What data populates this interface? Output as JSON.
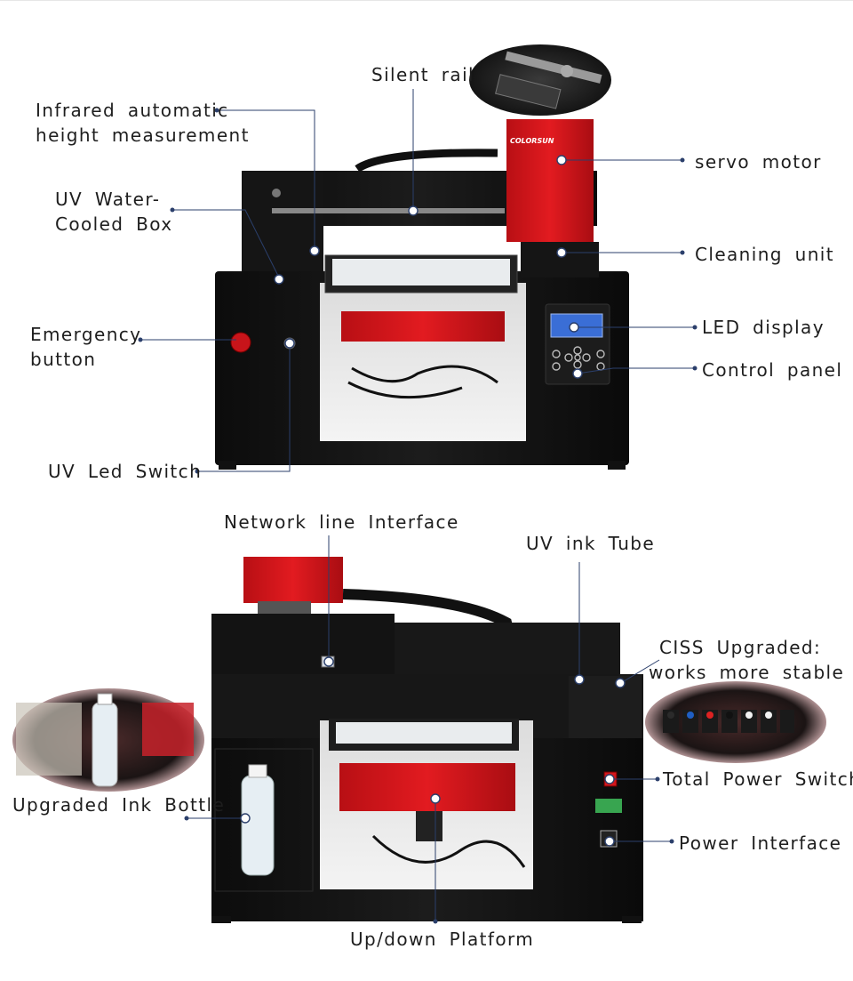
{
  "top_section": {
    "brand": "COLORSUN",
    "labels": {
      "silent_rail": "Silent rail",
      "infrared_line1": "Infrared automatic",
      "infrared_line2": "height measurement",
      "water_cooled_line1": "UV Water-",
      "water_cooled_line2": "Cooled Box",
      "servo_motor": "servo motor",
      "cleaning_unit": "Cleaning unit",
      "emergency_line1": "Emergency",
      "emergency_line2": "button",
      "led_display": "LED display",
      "control_panel": "Control panel",
      "uv_led_switch": "UV Led Switch"
    }
  },
  "bottom_section": {
    "labels": {
      "network_line": "Network line Interface",
      "uv_ink_tube": "UV ink Tube",
      "ciss_line1": "CISS Upgraded:",
      "ciss_line2": "works more stable",
      "ink_bottle": "Upgraded Ink Bottle",
      "total_power_switch": "Total Power Switch",
      "power_interface": "Power Interface",
      "updown_platform": "Up/down Platform"
    }
  },
  "colors": {
    "printer_body": "#111111",
    "printer_red": "#d4161b",
    "callout_line": "#2b3f6b",
    "display_blue": "#3a6ed6"
  }
}
